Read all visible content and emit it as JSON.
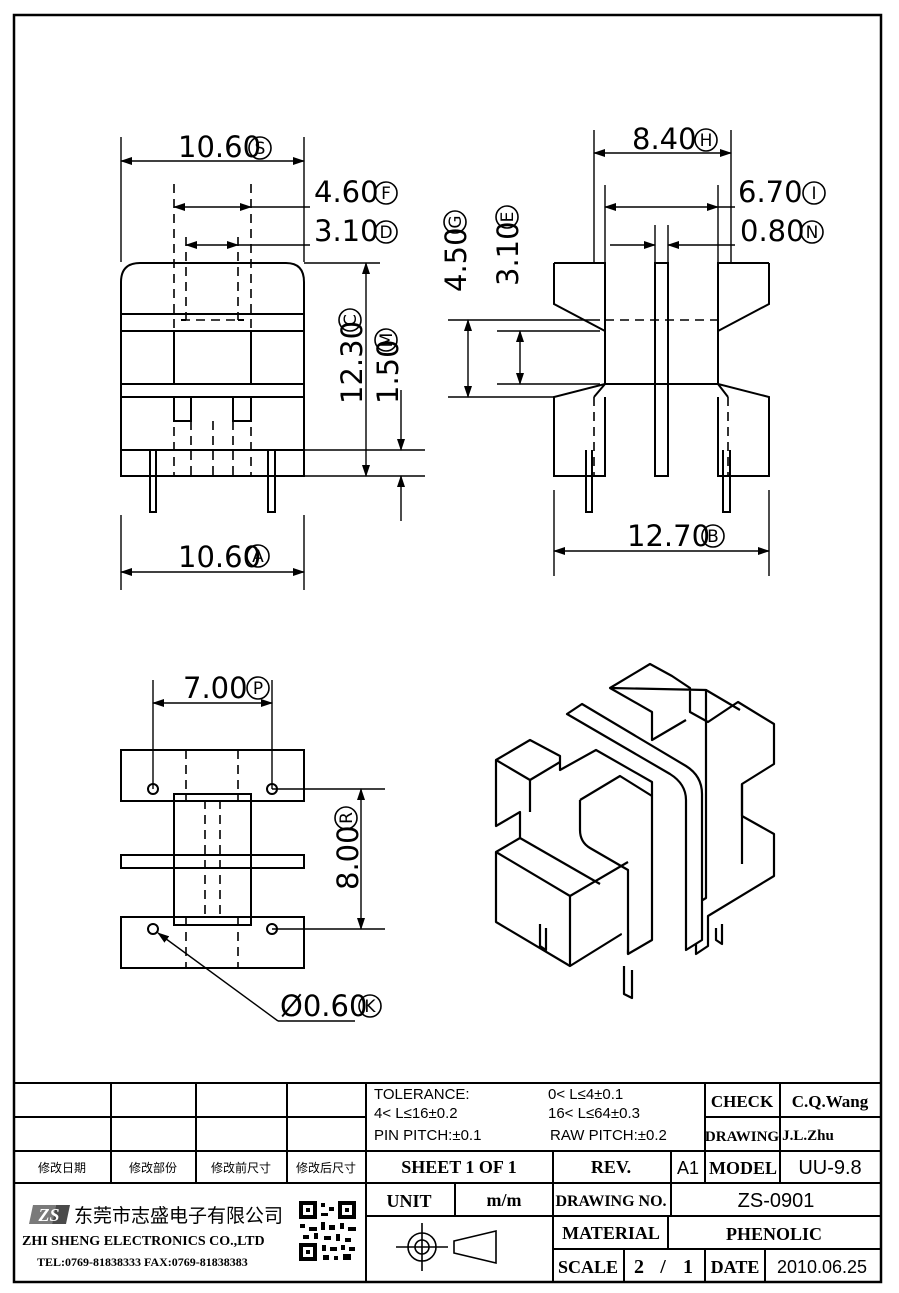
{
  "dimensions": {
    "s": {
      "value": "10.60",
      "tag": "S"
    },
    "f": {
      "value": "4.60",
      "tag": "F"
    },
    "d": {
      "value": "3.10",
      "tag": "D"
    },
    "c": {
      "value": "12.30",
      "tag": "C"
    },
    "m": {
      "value": "1.50",
      "tag": "M"
    },
    "a": {
      "value": "10.60",
      "tag": "A"
    },
    "h": {
      "value": "8.40",
      "tag": "H"
    },
    "i": {
      "value": "6.70",
      "tag": "I"
    },
    "n": {
      "value": "0.80",
      "tag": "N"
    },
    "g": {
      "value": "4.50",
      "tag": "G"
    },
    "e": {
      "value": "3.10",
      "tag": "E"
    },
    "b": {
      "value": "12.70",
      "tag": "B"
    },
    "p": {
      "value": "7.00",
      "tag": "P"
    },
    "r": {
      "value": "8.00",
      "tag": "R"
    },
    "k": {
      "value": "Ø0.60",
      "tag": "K"
    }
  },
  "title_block": {
    "tolerance_label": "TOLERANCE:",
    "tol_1": "0< L≤4±0.1",
    "tol_2": "4< L≤16±0.2",
    "tol_3": "16< L≤64±0.3",
    "pin_pitch": "PIN PITCH:±0.1",
    "raw_pitch": "RAW PITCH:±0.2",
    "check_label": "CHECK",
    "check_value": "C.Q.Wang",
    "drawing_label": "DRAWING",
    "drawing_value": "J.L.Zhu",
    "rev_headers": [
      "修改日期",
      "修改部份",
      "修改前尺寸",
      "修改后尺寸"
    ],
    "sheet": "SHEET 1 OF 1",
    "rev_label": "REV.",
    "rev_value": "A1",
    "model_label": "MODEL",
    "model_value": "UU-9.8",
    "unit_label": "UNIT",
    "unit_value": "m/m",
    "drawing_no_label": "DRAWING NO.",
    "drawing_no_value": "ZS-0901",
    "material_label": "MATERIAL",
    "material_value": "PHENOLIC",
    "scale_label": "SCALE",
    "scale_num": "2",
    "scale_sep": "/",
    "scale_den": "1",
    "date_label": "DATE",
    "date_value": "2010.06.25"
  },
  "company": {
    "logo": "ZS",
    "name_cn": "东莞市志盛电子有限公司",
    "name_en": "ZHI SHENG ELECTRONICS CO.,LTD",
    "contact": "TEL:0769-81838333 FAX:0769-81838383"
  }
}
